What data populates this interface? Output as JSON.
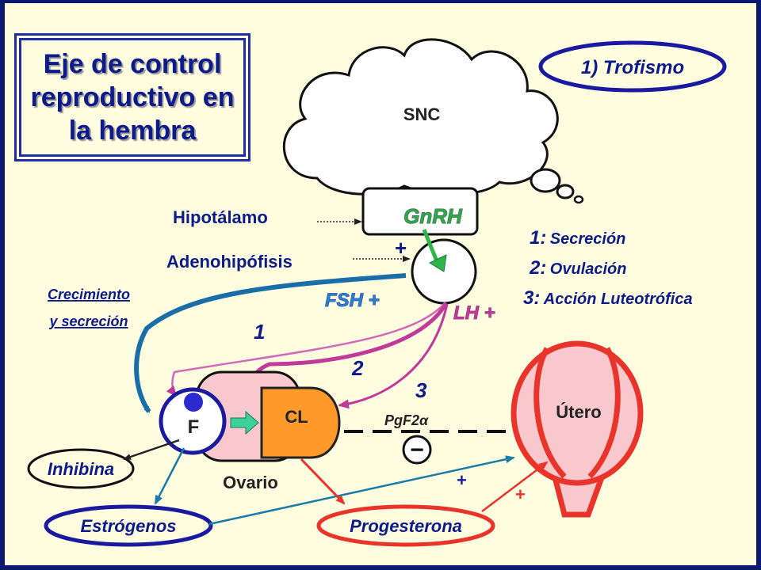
{
  "title": "Eje de control reproductivo en la hembra",
  "trofismo": "1) Trofismo",
  "cns": "SNC",
  "hypothalamus": "Hipotálamo",
  "gnrh": "GnRH",
  "plus": "+",
  "minus": "−",
  "adenohypophysis": "Adenohipófisis",
  "legend": [
    {
      "num": "1:",
      "text": "Secreción"
    },
    {
      "num": "2:",
      "text": "Ovulación"
    },
    {
      "num": "3:",
      "text": "Acción Luteotrófica"
    }
  ],
  "growth_line1": "Crecimiento",
  "growth_line2": "y secreción",
  "fsh": "FSH +",
  "lh": "LH +",
  "path_numbers": [
    "1",
    "2",
    "3"
  ],
  "follicle": "F",
  "corpus_luteum": "CL",
  "pgf": "PgF2α",
  "uterus": "Útero",
  "ovary": "Ovario",
  "inhibin": "Inhibina",
  "estrogens": "Estrógenos",
  "progesterone": "Progesterona",
  "colors": {
    "navy": "#0d1a8a",
    "fsh_arrow": "#1a6ea8",
    "lh_arrow": "#c03a9a",
    "red": "#e8342a",
    "green": "#2db54a"
  }
}
